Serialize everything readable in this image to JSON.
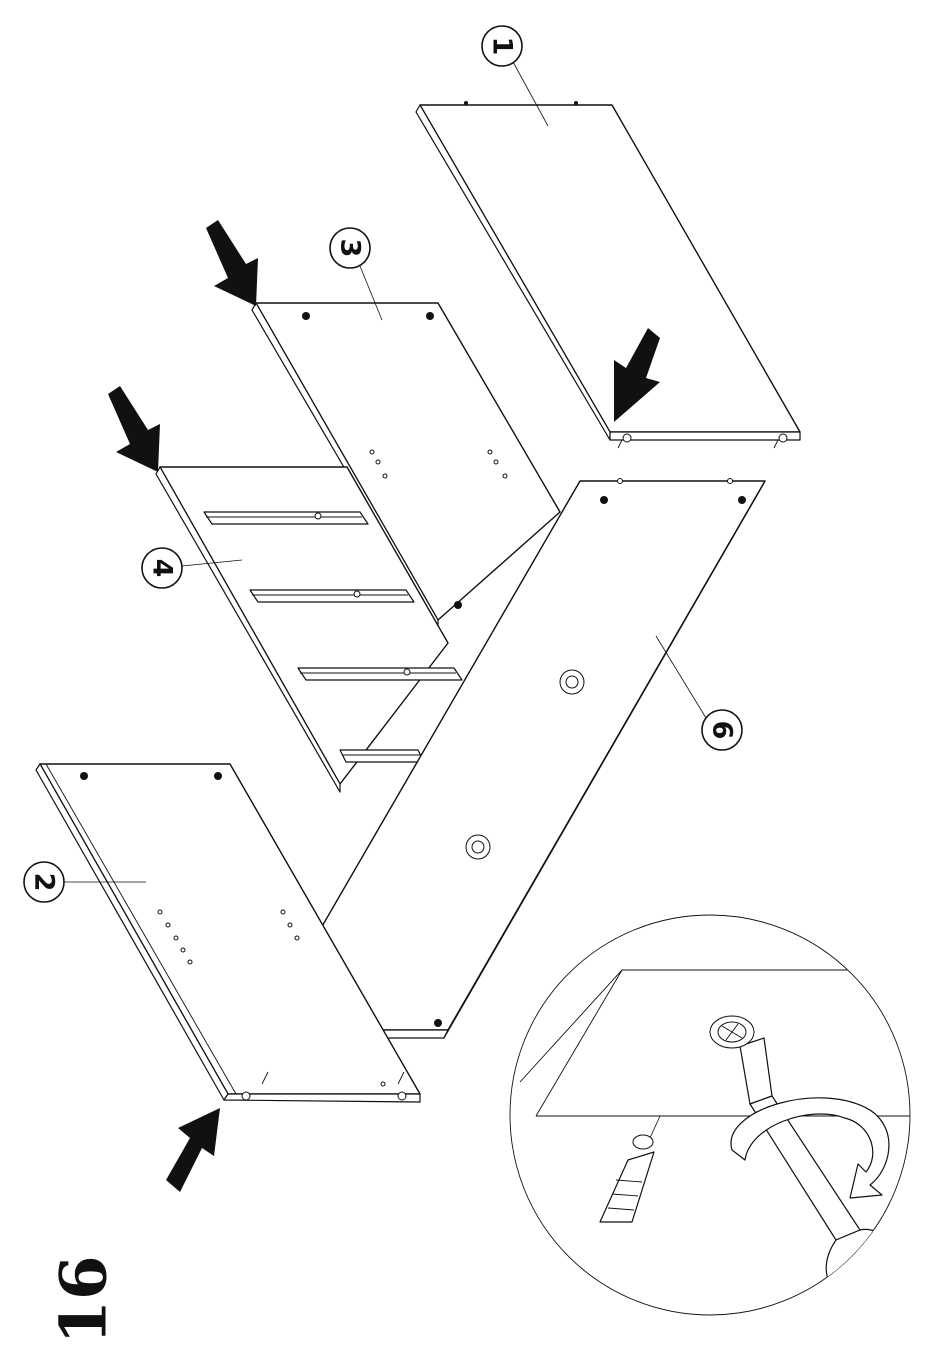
{
  "step": {
    "number": "16"
  },
  "parts": [
    {
      "id": "part-1",
      "label": "1"
    },
    {
      "id": "part-2",
      "label": "2"
    },
    {
      "id": "part-3",
      "label": "3"
    },
    {
      "id": "part-4",
      "label": "4"
    },
    {
      "id": "part-6",
      "label": "6"
    }
  ],
  "detail": {
    "tool": "screwdriver-icon",
    "fastener": "cam-lock-icon",
    "direction": "rotate-clockwise-icon"
  },
  "colors": {
    "ink": "#111111",
    "paper": "#ffffff"
  }
}
